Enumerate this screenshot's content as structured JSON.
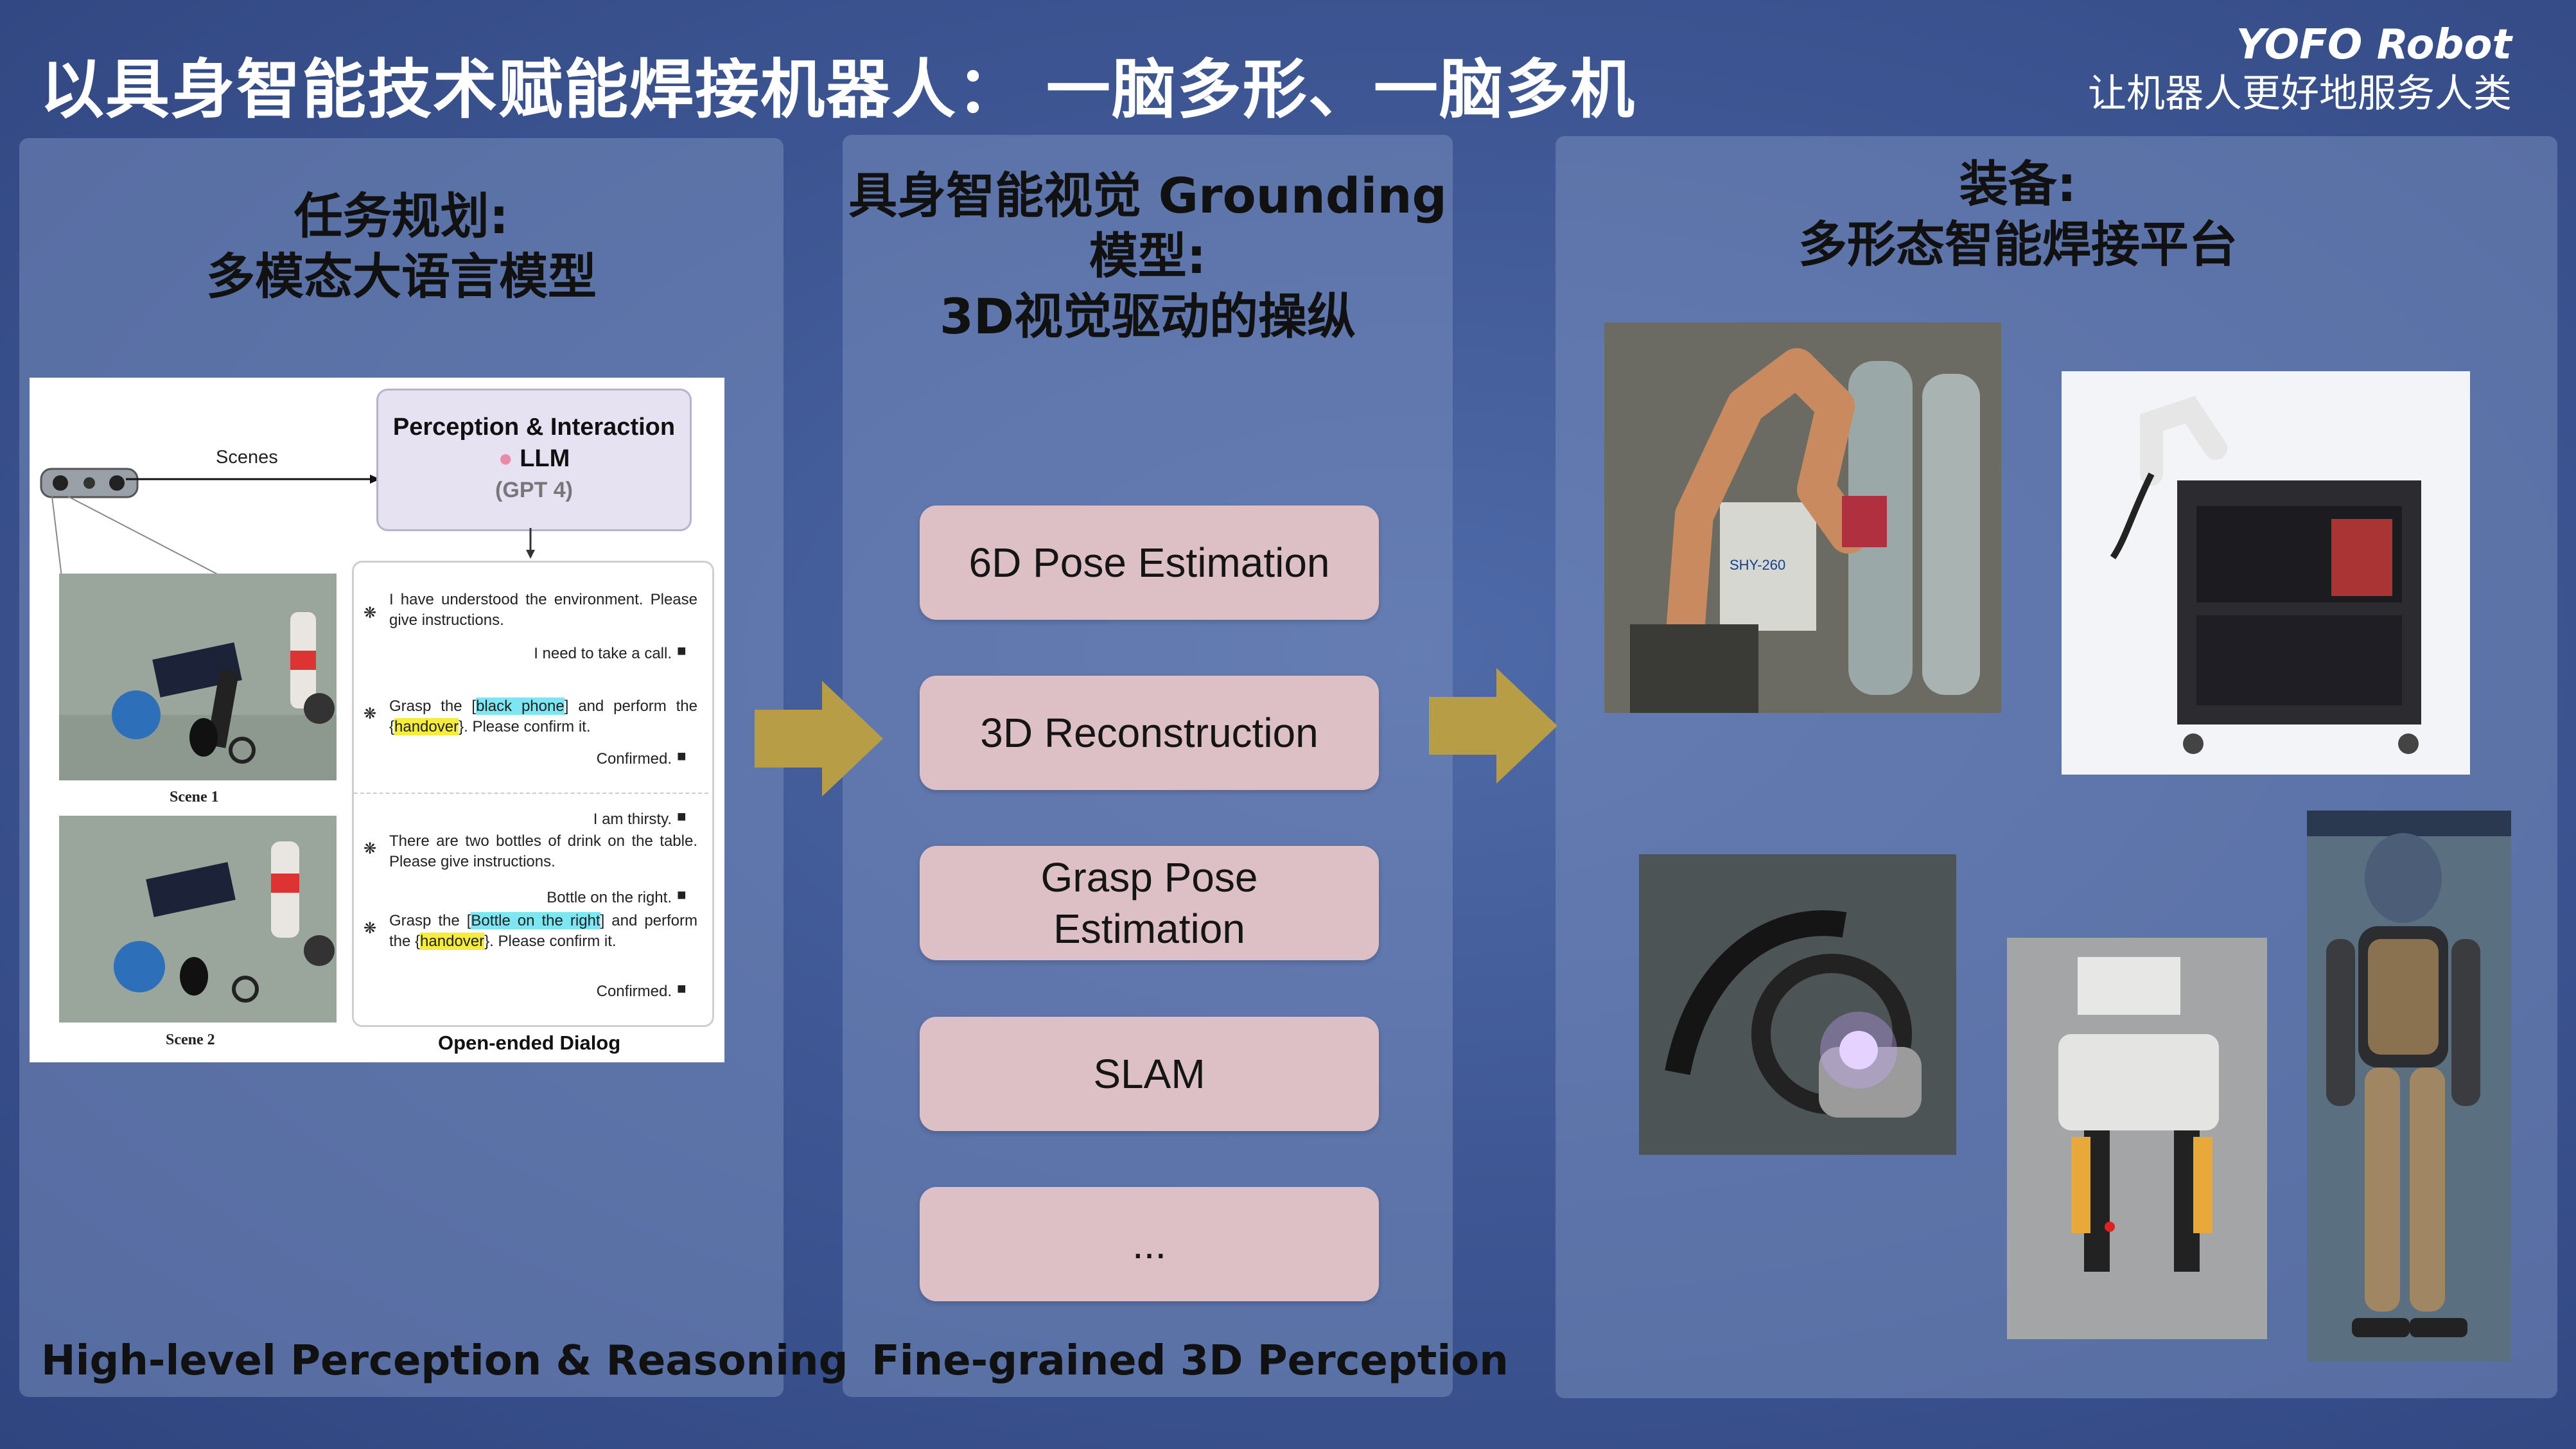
{
  "header": {
    "title": "以具身智能技术赋能焊接机器人： 一脑多形、一脑多机",
    "brand": "YOFO Robot",
    "slogan": "让机器人更好地服务人类"
  },
  "panel_left": {
    "heading_line1": "任务规划:",
    "heading_line2": "多模态大语言模型",
    "footer": "High-level Perception & Reasoning",
    "figure": {
      "scenes_label": "Scenes",
      "llm_line1": "Perception & Interaction",
      "llm_line2": "LLM",
      "llm_line3": "(GPT 4)",
      "scene1_caption": "Scene 1",
      "scene2_caption": "Scene 2",
      "dialog_caption": "Open-ended Dialog",
      "dialog": {
        "m1": "I have understood the environment. Please give instructions.",
        "u1": "I need to take a call.",
        "m2_a": "Grasp the [",
        "m2_h1": "black phone",
        "m2_b": "] and perform the {",
        "m2_h2": "handover",
        "m2_c": "}. Please confirm it.",
        "u2": "Confirmed.",
        "u3": "I am thirsty.",
        "m3": "There are two bottles of drink on the table. Please give instructions.",
        "u4": "Bottle on the right.",
        "m4_a": "Grasp the [",
        "m4_h1": "Bottle on the right",
        "m4_b": "] and perform the {",
        "m4_h2": "handover",
        "m4_c": "}. Please confirm it.",
        "u5": "Confirmed."
      }
    }
  },
  "panel_middle": {
    "heading_line1": "具身智能视觉 Grounding",
    "heading_line2": "模型:",
    "heading_line3": "3D视觉驱动的操纵",
    "modules": [
      "6D Pose Estimation",
      "3D Reconstruction",
      "Grasp Pose\nEstimation",
      "SLAM",
      "..."
    ],
    "footer": "Fine-grained 3D Perception"
  },
  "panel_right": {
    "heading_line1": "装备:",
    "heading_line2": "多形态智能焊接平台",
    "photos": [
      {
        "label": "SHY-260"
      }
    ]
  },
  "colors": {
    "arrow": "#b79d45",
    "pill": "#dcc0c6",
    "highlight_cyan": "#7de6f2",
    "highlight_yellow": "#f5ec3c"
  }
}
